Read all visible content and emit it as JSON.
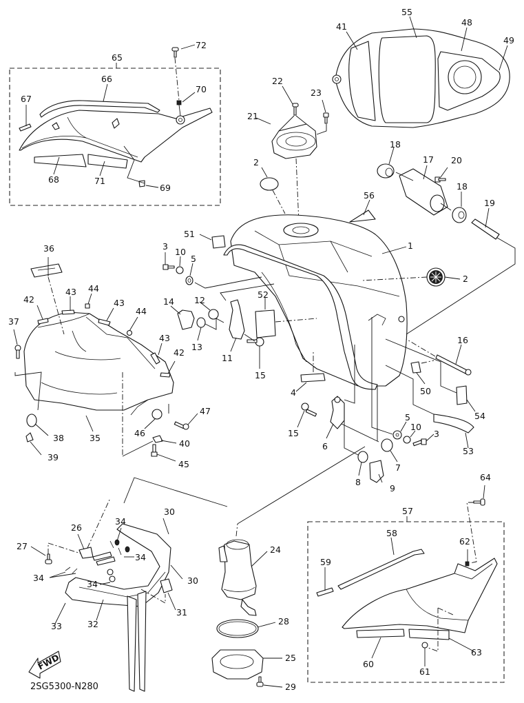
{
  "diagram": {
    "title_code": "2SG5300-N280",
    "direction_badge": "FWD",
    "group_boxes": [
      {
        "id": "65",
        "label": "65"
      },
      {
        "id": "57",
        "label": "57"
      }
    ],
    "callouts": [
      {
        "id": "1",
        "label": "1"
      },
      {
        "id": "2a",
        "label": "2"
      },
      {
        "id": "2b",
        "label": "2"
      },
      {
        "id": "3a",
        "label": "3"
      },
      {
        "id": "3b",
        "label": "3"
      },
      {
        "id": "4",
        "label": "4"
      },
      {
        "id": "5a",
        "label": "5"
      },
      {
        "id": "5b",
        "label": "5"
      },
      {
        "id": "6",
        "label": "6"
      },
      {
        "id": "7",
        "label": "7"
      },
      {
        "id": "8",
        "label": "8"
      },
      {
        "id": "9",
        "label": "9"
      },
      {
        "id": "10a",
        "label": "10"
      },
      {
        "id": "10b",
        "label": "10"
      },
      {
        "id": "11",
        "label": "11"
      },
      {
        "id": "12",
        "label": "12"
      },
      {
        "id": "13",
        "label": "13"
      },
      {
        "id": "14",
        "label": "14"
      },
      {
        "id": "15a",
        "label": "15"
      },
      {
        "id": "15b",
        "label": "15"
      },
      {
        "id": "16",
        "label": "16"
      },
      {
        "id": "17",
        "label": "17"
      },
      {
        "id": "18a",
        "label": "18"
      },
      {
        "id": "18b",
        "label": "18"
      },
      {
        "id": "19",
        "label": "19"
      },
      {
        "id": "20",
        "label": "20"
      },
      {
        "id": "21",
        "label": "21"
      },
      {
        "id": "22",
        "label": "22"
      },
      {
        "id": "23",
        "label": "23"
      },
      {
        "id": "24",
        "label": "24"
      },
      {
        "id": "25",
        "label": "25"
      },
      {
        "id": "26",
        "label": "26"
      },
      {
        "id": "27",
        "label": "27"
      },
      {
        "id": "28",
        "label": "28"
      },
      {
        "id": "29",
        "label": "29"
      },
      {
        "id": "30a",
        "label": "30"
      },
      {
        "id": "30b",
        "label": "30"
      },
      {
        "id": "31",
        "label": "31"
      },
      {
        "id": "32",
        "label": "32"
      },
      {
        "id": "33",
        "label": "33"
      },
      {
        "id": "34a",
        "label": "34"
      },
      {
        "id": "34b",
        "label": "34"
      },
      {
        "id": "34c",
        "label": "34"
      },
      {
        "id": "34d",
        "label": "34"
      },
      {
        "id": "35",
        "label": "35"
      },
      {
        "id": "36",
        "label": "36"
      },
      {
        "id": "37",
        "label": "37"
      },
      {
        "id": "38",
        "label": "38"
      },
      {
        "id": "39",
        "label": "39"
      },
      {
        "id": "40",
        "label": "40"
      },
      {
        "id": "41",
        "label": "41"
      },
      {
        "id": "42a",
        "label": "42"
      },
      {
        "id": "42b",
        "label": "42"
      },
      {
        "id": "43a",
        "label": "43"
      },
      {
        "id": "43b",
        "label": "43"
      },
      {
        "id": "43c",
        "label": "43"
      },
      {
        "id": "44a",
        "label": "44"
      },
      {
        "id": "44b",
        "label": "44"
      },
      {
        "id": "45",
        "label": "45"
      },
      {
        "id": "46",
        "label": "46"
      },
      {
        "id": "47",
        "label": "47"
      },
      {
        "id": "48",
        "label": "48"
      },
      {
        "id": "49",
        "label": "49"
      },
      {
        "id": "50",
        "label": "50"
      },
      {
        "id": "51",
        "label": "51"
      },
      {
        "id": "52",
        "label": "52"
      },
      {
        "id": "53",
        "label": "53"
      },
      {
        "id": "54",
        "label": "54"
      },
      {
        "id": "55",
        "label": "55"
      },
      {
        "id": "56",
        "label": "56"
      },
      {
        "id": "58",
        "label": "58"
      },
      {
        "id": "59",
        "label": "59"
      },
      {
        "id": "60",
        "label": "60"
      },
      {
        "id": "61",
        "label": "61"
      },
      {
        "id": "62",
        "label": "62"
      },
      {
        "id": "63",
        "label": "63"
      },
      {
        "id": "64",
        "label": "64"
      },
      {
        "id": "66",
        "label": "66"
      },
      {
        "id": "67",
        "label": "67"
      },
      {
        "id": "68",
        "label": "68"
      },
      {
        "id": "69",
        "label": "69"
      },
      {
        "id": "70",
        "label": "70"
      },
      {
        "id": "71",
        "label": "71"
      },
      {
        "id": "72",
        "label": "72"
      }
    ]
  }
}
